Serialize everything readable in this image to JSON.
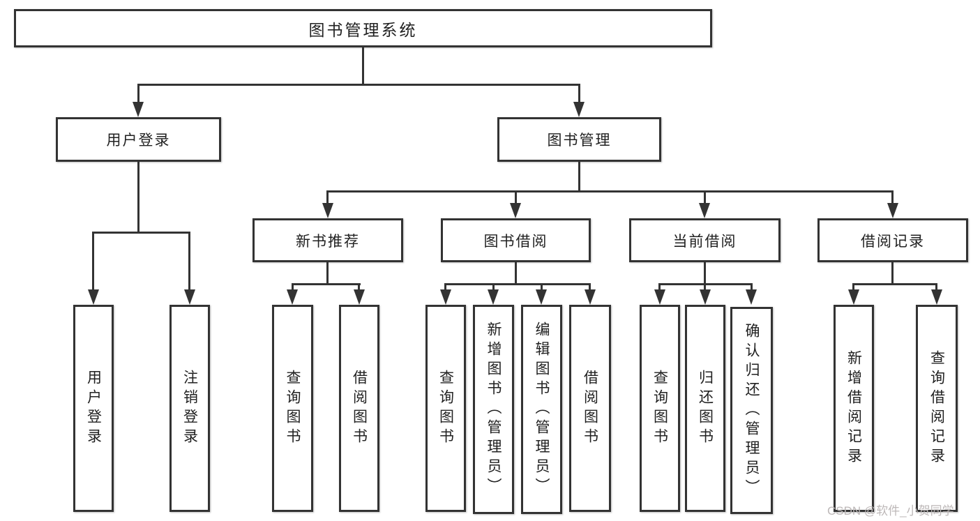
{
  "diagram_title": "图书管理系统",
  "tree": {
    "root": {
      "label": "图书管理系统"
    },
    "branches": [
      {
        "label": "用户登录",
        "children": [
          {
            "label": "用户登录"
          },
          {
            "label": "注销登录"
          }
        ]
      },
      {
        "label": "图书管理",
        "sections": [
          {
            "label": "新书推荐",
            "children": [
              {
                "label": "查询图书"
              },
              {
                "label": "借阅图书"
              }
            ]
          },
          {
            "label": "图书借阅",
            "children": [
              {
                "label": "查询图书"
              },
              {
                "label": "新增图书（管理员）"
              },
              {
                "label": "编辑图书（管理员）"
              },
              {
                "label": "借阅图书"
              }
            ]
          },
          {
            "label": "当前借阅",
            "children": [
              {
                "label": "查询图书"
              },
              {
                "label": "归还图书"
              },
              {
                "label": "确认归还（管理员）"
              }
            ]
          },
          {
            "label": "借阅记录",
            "children": [
              {
                "label": "新增借阅记录"
              },
              {
                "label": "查询借阅记录"
              }
            ]
          }
        ]
      }
    ]
  },
  "watermark": {
    "text": "CSDN @软件_小贺同学"
  },
  "colors": {
    "line": "#333333",
    "box_border": "#333333",
    "box_fill": "#ffffff",
    "text": "#212121",
    "watermark": "#bdb8b8",
    "background": "#ffffff"
  }
}
